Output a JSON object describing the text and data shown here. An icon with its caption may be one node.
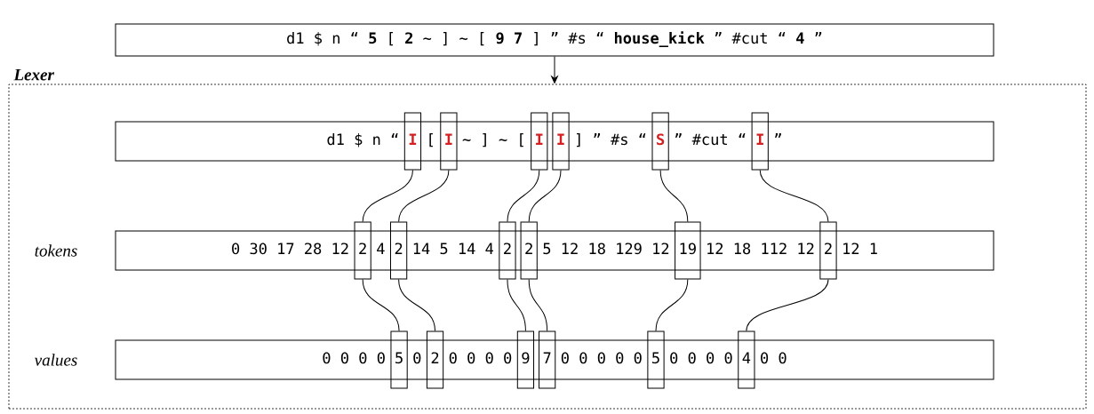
{
  "diagram": {
    "nodes": [
      {
        "text": [
          "d1 $ n “ **5** [ **2** ~ ] ~ [ **9 7** ] ” #s “ **house_kick** ” #cut “ **4** ”"
        ]
      },
      {
        "text": [
          "Lexer"
        ]
      },
      {
        "text": [
          "d1 $ n “",
          "[",
          "~ ] ~ [",
          "] ” #s “",
          "” #cut “",
          "”"
        ],
        "in": 1
      },
      {
        "text": [
          "I"
        ],
        "in": 2
      },
      {
        "text": [
          "I"
        ],
        "in": 2
      },
      {
        "text": [
          "I"
        ],
        "in": 2
      },
      {
        "text": [
          "I"
        ],
        "in": 2
      },
      {
        "text": [
          "S"
        ],
        "in": 2
      },
      {
        "text": [
          "I"
        ],
        "in": 2
      },
      {
        "text": [
          "0 30 17 28 12",
          "4",
          "14 5 14 4",
          "5 12 18 129 12",
          "12 18 112 12",
          "12 1"
        ],
        "beside": [
          "tokens"
        ],
        "in": 1
      },
      {
        "text": [
          "2"
        ],
        "in": 9
      },
      {
        "text": [
          "2"
        ],
        "in": 9
      },
      {
        "text": [
          "2"
        ],
        "in": 9
      },
      {
        "text": [
          "2"
        ],
        "in": 9
      },
      {
        "text": [
          "19"
        ],
        "in": 9
      },
      {
        "text": [
          "2"
        ],
        "in": 9
      },
      {
        "text": [
          "0 0 0 0",
          "0",
          "0 0 0 0",
          "0 0 0 0 0",
          "0 0 0 0",
          "0 0"
        ],
        "beside": [
          "values"
        ],
        "in": 1
      },
      {
        "text": [
          "5"
        ],
        "in": 16
      },
      {
        "text": [
          "2"
        ],
        "in": 16
      },
      {
        "text": [
          "9"
        ],
        "in": 16
      },
      {
        "text": [
          "7"
        ],
        "in": 16
      },
      {
        "text": [
          "5"
        ],
        "in": 16
      },
      {
        "text": [
          "4"
        ],
        "in": 16
      }
    ],
    "edges": [
      {
        "from": 0,
        "to": 1,
        "arrow": "to"
      },
      {
        "from": 3,
        "to": 10,
        "arrow": "none"
      },
      {
        "from": 4,
        "to": 11,
        "arrow": "none"
      },
      {
        "from": 5,
        "to": 12,
        "arrow": "none"
      },
      {
        "from": 6,
        "to": 13,
        "arrow": "none"
      },
      {
        "from": 7,
        "to": 14,
        "arrow": "none"
      },
      {
        "from": 8,
        "to": 15,
        "arrow": "none"
      },
      {
        "from": 10,
        "to": 17,
        "arrow": "none"
      },
      {
        "from": 11,
        "to": 18,
        "arrow": "none"
      },
      {
        "from": 12,
        "to": 19,
        "arrow": "none"
      },
      {
        "from": 13,
        "to": 20,
        "arrow": "none"
      },
      {
        "from": 14,
        "to": 21,
        "arrow": "none"
      },
      {
        "from": 15,
        "to": 22,
        "arrow": "none"
      }
    ]
  }
}
